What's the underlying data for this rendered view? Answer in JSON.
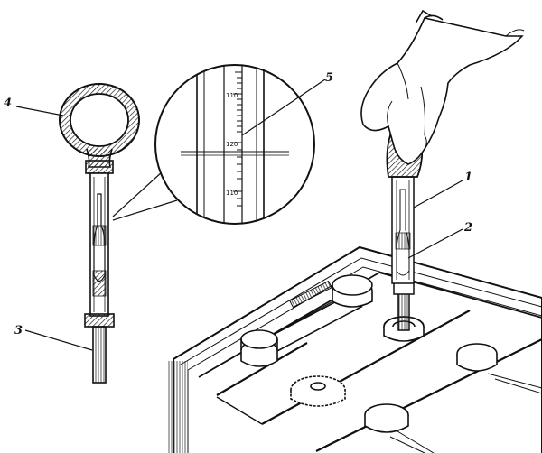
{
  "callouts": [
    {
      "id": "1",
      "text": "1"
    },
    {
      "id": "2",
      "text": "2"
    },
    {
      "id": "3",
      "text": "3"
    },
    {
      "id": "4",
      "text": "4"
    },
    {
      "id": "5",
      "text": "5"
    }
  ],
  "scale_marks": [
    "110",
    "120",
    "110"
  ],
  "colors": {
    "ink": "#111111",
    "paper": "#ffffff",
    "hatch": "#333333"
  }
}
